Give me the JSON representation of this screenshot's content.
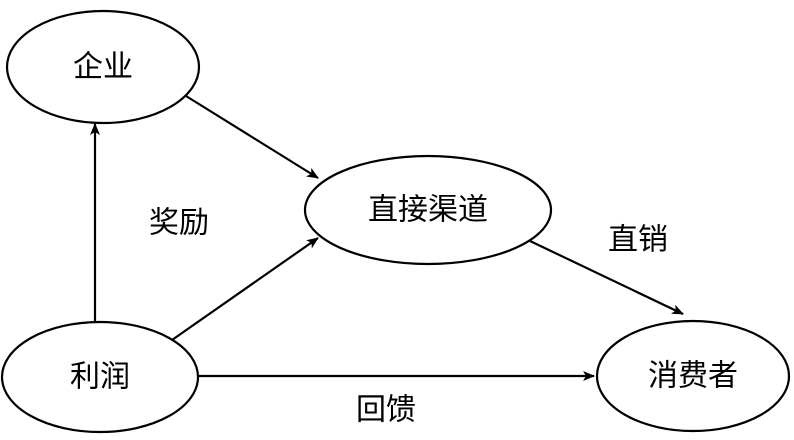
{
  "nodes": {
    "enterprise": "企业",
    "direct_channel": "直接渠道",
    "consumer": "消费者",
    "profit": "利润"
  },
  "edge_labels": {
    "reward": "奖励",
    "direct_sales": "直销",
    "feedback": "回馈"
  },
  "colors": {
    "stroke": "#000000",
    "background": "#ffffff"
  }
}
